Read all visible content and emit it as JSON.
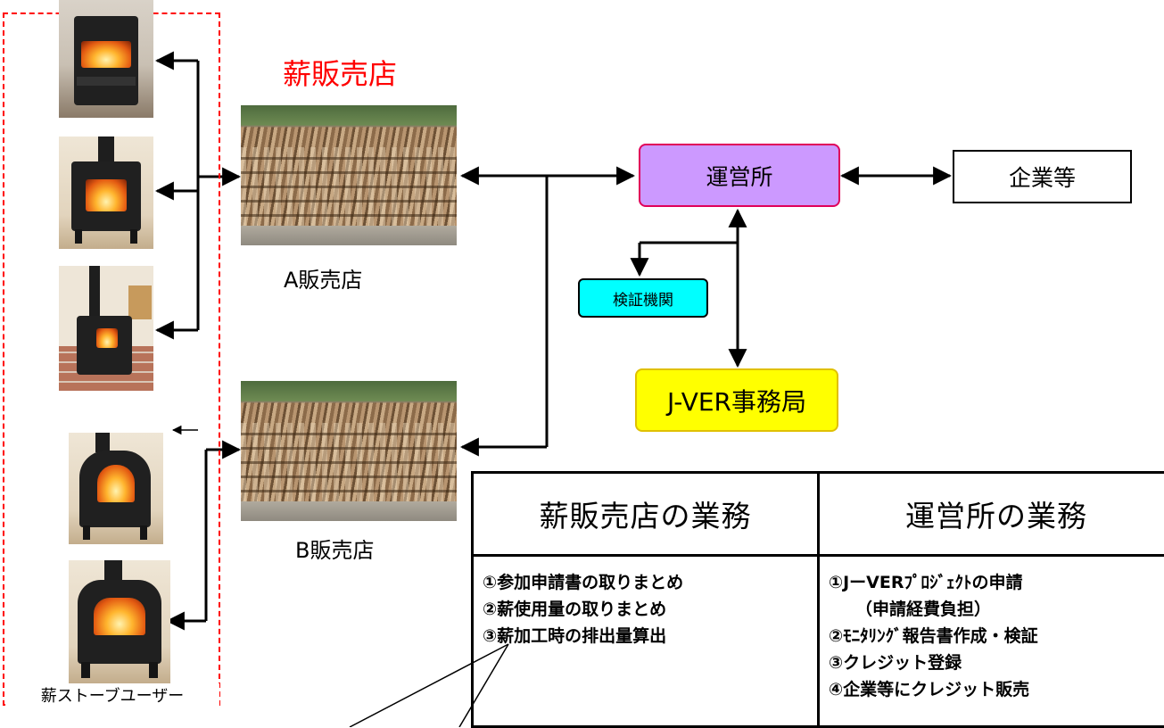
{
  "users_group": {
    "caption": "薪ストーブユーザー"
  },
  "dealer_heading": "薪販売店",
  "shops": [
    {
      "label": "A販売店"
    },
    {
      "label": "B販売店"
    }
  ],
  "office": {
    "label": "運営所",
    "fill": "#cc99ff",
    "border": "#e0005a"
  },
  "companies": {
    "label": "企業等"
  },
  "verifier": {
    "label": "検証機関",
    "fill": "#00ffff"
  },
  "jver": {
    "label": "J-VER事務局",
    "fill": "#ffff00",
    "border": "#e0c000"
  },
  "duties_table": {
    "headers": [
      "薪販売店の業務",
      "運営所の業務"
    ],
    "dealer_duties": [
      "①参加申請書の取りまとめ",
      "②薪使用量の取りまとめ",
      "③薪加工時の排出量算出"
    ],
    "office_duties": [
      "①JーVERﾌﾟﾛｼﾞｪｸﾄの申請",
      "（申請経費負担）",
      "②ﾓﾆﾀﾘﾝｸﾞ報告書作成・検証",
      "③クレジット登録",
      "④企業等にクレジット販売"
    ]
  },
  "colors": {
    "accent_red": "#ff0000",
    "dashed_border": "#ff0000"
  }
}
